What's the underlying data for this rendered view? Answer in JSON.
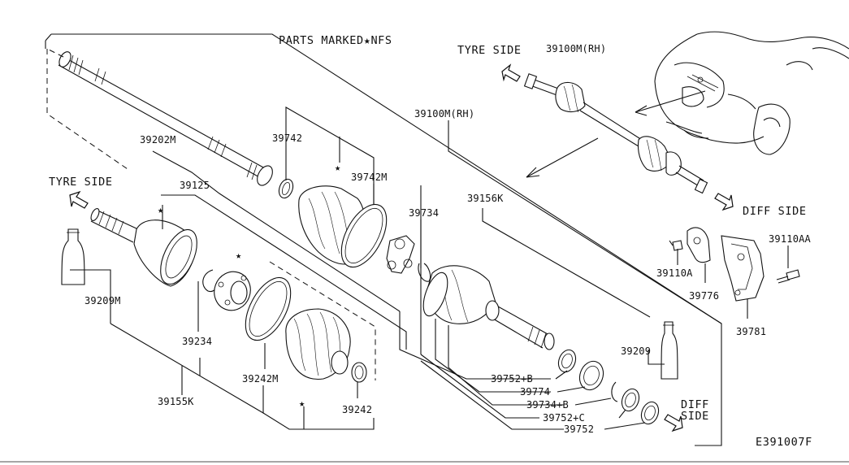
{
  "header": {
    "note": "PARTS MARKED★NFS"
  },
  "direction_labels": {
    "tyre_side_top": "TYRE SIDE",
    "tyre_side_left": "TYRE SIDE",
    "diff_side_right": "DIFF SIDE",
    "diff_side_bottom_line1": "DIFF",
    "diff_side_bottom_line2": "SIDE"
  },
  "part_labels": {
    "p39100M_RH_inset": "39100M(RH)",
    "p39100M_RH_main": "39100M(RH)",
    "p39202M": "39202M",
    "p39742": "39742",
    "p39742M": "39742M",
    "p39125": "39125",
    "p39734": "39734",
    "p39156K": "39156K",
    "p39209M": "39209M",
    "p39234": "39234",
    "p39242M": "39242M",
    "p39155K": "39155K",
    "p39242": "39242",
    "p39209": "39209",
    "p39752B": "39752+B",
    "p39774": "39774",
    "p39734B": "39734+B",
    "p39752C": "39752+C",
    "p39752": "39752",
    "p39110A": "39110A",
    "p39110AA": "39110AA",
    "p39776": "39776",
    "p39781": "39781"
  },
  "stars": {
    "symbol": "★"
  },
  "footer": {
    "code": "E391007F"
  }
}
